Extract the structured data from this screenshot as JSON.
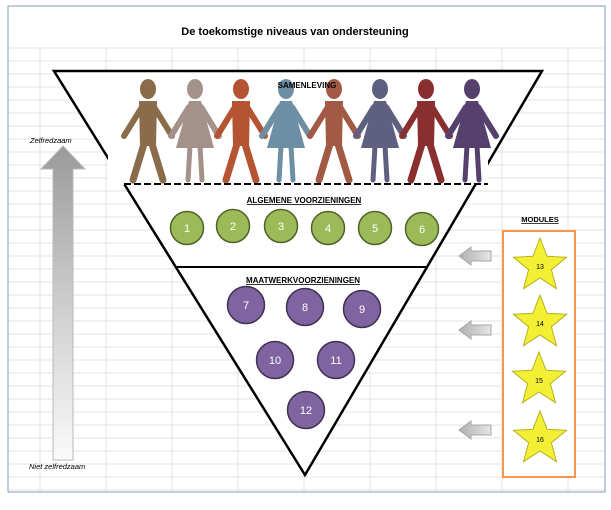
{
  "title": "De toekomstige niveaus van ondersteuning",
  "levels": {
    "top_label": "SAMENLEVING",
    "middle_label": "ALGEMENE VOORZIENINGEN",
    "bottom_label": "MAATWERKVOORZIENINGEN"
  },
  "arrow": {
    "top_label": "Zelfredzaam",
    "bottom_label": "Niet zelfredzaam"
  },
  "people": [
    {
      "gender": "male",
      "color": "#8a6b4a"
    },
    {
      "gender": "female",
      "color": "#a3918a"
    },
    {
      "gender": "male",
      "color": "#b55432"
    },
    {
      "gender": "female",
      "color": "#6e8ea3"
    },
    {
      "gender": "male",
      "color": "#a35a45"
    },
    {
      "gender": "female",
      "color": "#5f5f80"
    },
    {
      "gender": "male",
      "color": "#8a2f2f"
    },
    {
      "gender": "female",
      "color": "#55406e"
    }
  ],
  "general_facilities": [
    "1",
    "2",
    "3",
    "4",
    "5",
    "6"
  ],
  "custom_facilities": [
    "7",
    "8",
    "9",
    "10",
    "11",
    "12"
  ],
  "modules": {
    "label": "MODULES",
    "items": [
      "13",
      "14",
      "15",
      "16"
    ]
  },
  "colors": {
    "green_circle": "#9bbb59",
    "purple_circle": "#8064a2",
    "star_fill": "#f2ef35",
    "module_border": "#f79646"
  }
}
